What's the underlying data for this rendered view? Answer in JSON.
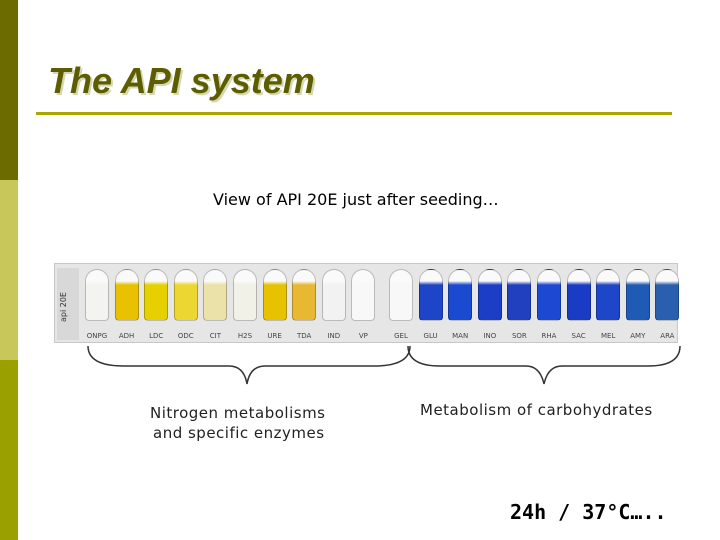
{
  "title": "The API system",
  "caption": "View of API 20E just after seeding…",
  "strip_brand": "api 20E",
  "cupules": [
    {
      "label": "ONPG",
      "color": "#f3f3ef"
    },
    {
      "label": "ADH",
      "color": "#e8c100"
    },
    {
      "label": "LDC",
      "color": "#e6d000"
    },
    {
      "label": "ODC",
      "color": "#ecd732"
    },
    {
      "label": "CIT",
      "color": "#eae2a8"
    },
    {
      "label": "H2S",
      "color": "#f1f1e8"
    },
    {
      "label": "URE",
      "color": "#e6c200"
    },
    {
      "label": "TDA",
      "color": "#e8b832"
    },
    {
      "label": "IND",
      "color": "#f2f2f2"
    },
    {
      "label": "VP",
      "color": "#f8f8f8"
    },
    {
      "label": "GEL",
      "color": "#f8f8f8"
    },
    {
      "label": "GLU",
      "color": "#1e44c8"
    },
    {
      "label": "MAN",
      "color": "#1a4ad0"
    },
    {
      "label": "INO",
      "color": "#1c3ec6"
    },
    {
      "label": "SOR",
      "color": "#2140c0"
    },
    {
      "label": "RHA",
      "color": "#1c48d2"
    },
    {
      "label": "SAC",
      "color": "#1a3cc4"
    },
    {
      "label": "MEL",
      "color": "#1d46c8"
    },
    {
      "label": "AMY",
      "color": "#1f5ab4"
    },
    {
      "label": "ARA",
      "color": "#2a5fb0"
    }
  ],
  "groups": {
    "nitrogen_line1": "Nitrogen metabolisms",
    "nitrogen_line2": "and specific enzymes",
    "carbohydrates": "Metabolism of carbohydrates"
  },
  "incubation": "24h / 37°C….."
}
